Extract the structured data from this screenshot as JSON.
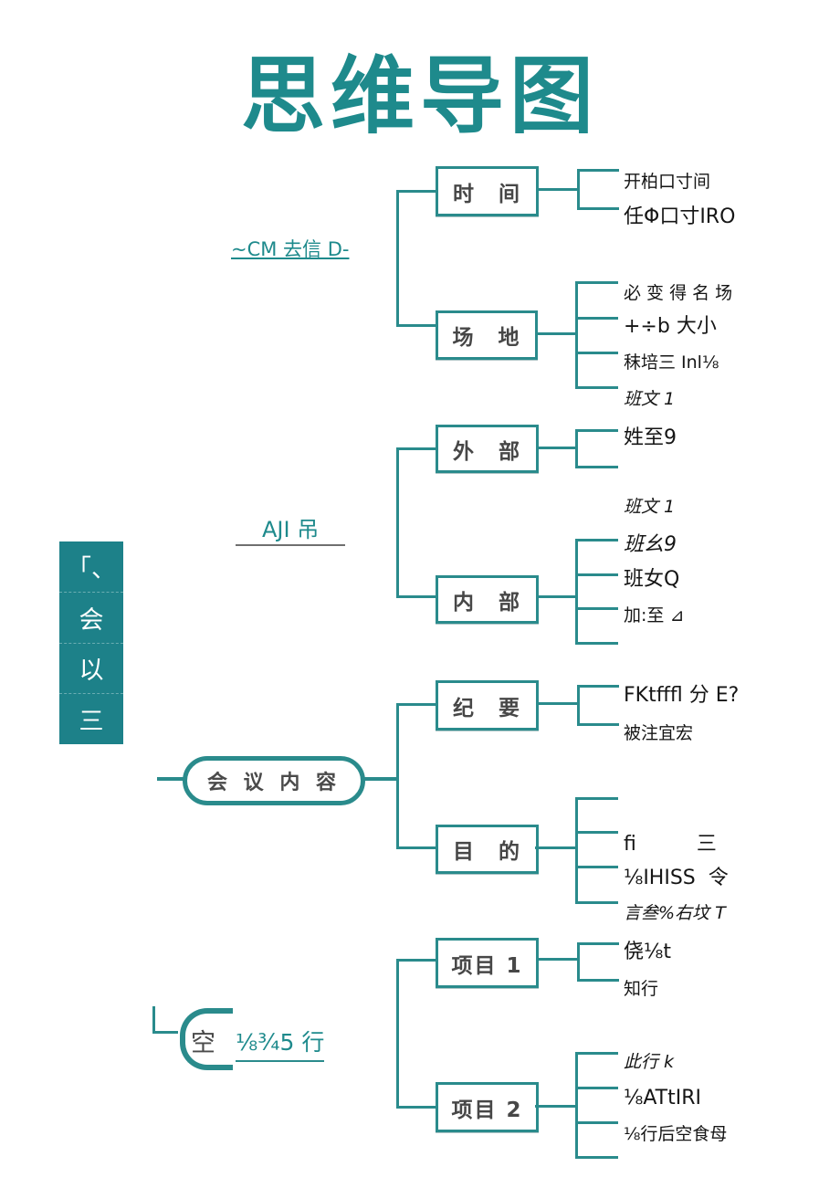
{
  "title": "思维导图",
  "colors": {
    "teal": "#2a8b8c",
    "banner_fill": "#1d8189",
    "box_text": "#474747",
    "leaf_text": "#151515"
  },
  "left_banner": {
    "rows": [
      "「、",
      "会",
      "以",
      "三"
    ]
  },
  "branch_labels": {
    "top": "~CM 去信 D-",
    "middle": "AJI 吊",
    "bottom_badge": "空",
    "bottom": "⅛¾5 行"
  },
  "center_node": {
    "label": "会 议 内 容"
  },
  "nodes": [
    {
      "label": "时　间",
      "leaves": [
        "开柏口寸间",
        "任Φ口寸IRO"
      ]
    },
    {
      "label": "场　地",
      "leaves": [
        "必 变 得 名 场",
        "+÷b 大小",
        "秣培三 Inl⅛",
        "班文 1"
      ]
    },
    {
      "label": "外　部",
      "leaves": [
        "姓至9",
        "班文 1"
      ]
    },
    {
      "label": "内　部",
      "leaves": [
        "班幺9",
        "班女Q",
        "加:至 ⊿"
      ]
    },
    {
      "label": "纪　要",
      "leaves": [
        "FKtfffl 分 E?",
        "被注宜宏"
      ]
    },
    {
      "label": "目　的",
      "leaves": [
        "fi　　　三",
        "⅛IHISS  令",
        "言叁%右坟 T"
      ]
    },
    {
      "label": "项目 1",
      "leaves": [
        "侥⅛t",
        "知行"
      ]
    },
    {
      "label": "项目 2",
      "leaves": [
        "此行 k",
        "⅛ATtIRI",
        "⅛行后空食母"
      ]
    }
  ]
}
